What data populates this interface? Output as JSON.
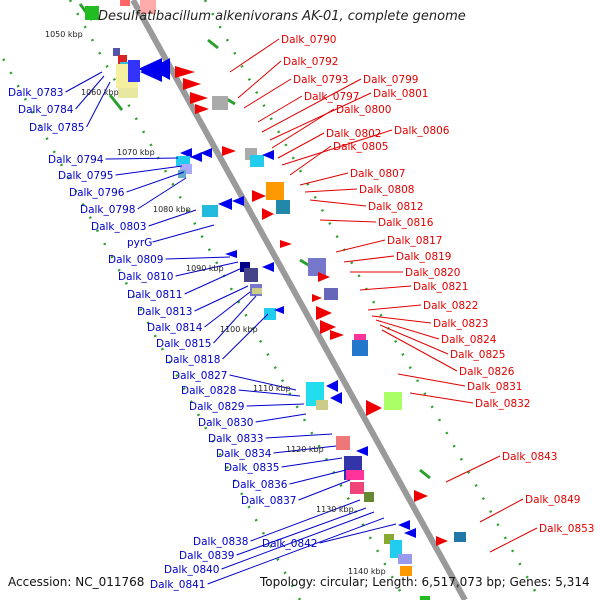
{
  "title": "Desulfatibacillum alkenivorans AK-01, complete genome",
  "footer": {
    "accession": "Accession: NC_011768",
    "summary": "Topology: circular; Length: 6,517,073 bp; Genes: 5,314"
  },
  "colors": {
    "forward_label": "#e00000",
    "reverse_label": "#0000c8",
    "backbone": "#9a9a9a",
    "tick_dots": "#2ca02c"
  },
  "scale_labels": [
    "1050 kbp",
    "1060 kbp",
    "1070 kbp",
    "1080 kbp",
    "1090 kbp",
    "1100 kbp",
    "1110 kbp",
    "1120 kbp",
    "1130 kbp",
    "1140 kbp"
  ],
  "forward_genes": [
    "Dalk_0790",
    "Dalk_0792",
    "Dalk_0793",
    "Dalk_0797",
    "Dalk_0799",
    "Dalk_0801",
    "Dalk_0800",
    "Dalk_0802",
    "Dalk_0806",
    "Dalk_0805",
    "Dalk_0807",
    "Dalk_0808",
    "Dalk_0812",
    "Dalk_0816",
    "Dalk_0817",
    "Dalk_0819",
    "Dalk_0820",
    "Dalk_0821",
    "Dalk_0822",
    "Dalk_0823",
    "Dalk_0824",
    "Dalk_0825",
    "Dalk_0826",
    "Dalk_0831",
    "Dalk_0832",
    "Dalk_0843",
    "Dalk_0849",
    "Dalk_0853"
  ],
  "reverse_genes": [
    "Dalk_0783",
    "Dalk_0784",
    "Dalk_0785",
    "Dalk_0794",
    "Dalk_0795",
    "Dalk_0796",
    "Dalk_0798",
    "Dalk_0803",
    "pyrG",
    "Dalk_0809",
    "Dalk_0810",
    "Dalk_0811",
    "Dalk_0813",
    "Dalk_0814",
    "Dalk_0815",
    "Dalk_0818",
    "Dalk_0827",
    "Dalk_0828",
    "Dalk_0829",
    "Dalk_0830",
    "Dalk_0833",
    "Dalk_0834",
    "Dalk_0835",
    "Dalk_0836",
    "Dalk_0837",
    "Dalk_0838",
    "Dalk_0839",
    "Dalk_0840",
    "Dalk_0841",
    "Dalk_0842"
  ]
}
